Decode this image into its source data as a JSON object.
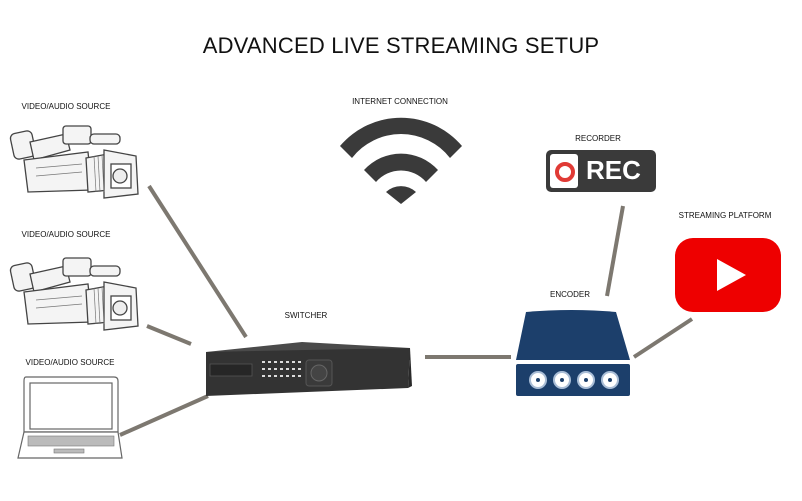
{
  "title": "ADVANCED LIVE STREAMING SETUP",
  "nodes": {
    "camera1": {
      "label": "VIDEO/AUDIO SOURCE",
      "icon": "video-camera-icon"
    },
    "camera2": {
      "label": "VIDEO/AUDIO SOURCE",
      "icon": "video-camera-icon"
    },
    "laptop": {
      "label": "VIDEO/AUDIO SOURCE",
      "icon": "laptop-icon"
    },
    "internet": {
      "label": "INTERNET CONNECTION",
      "icon": "wifi-icon"
    },
    "switcher": {
      "label": "SWITCHER",
      "icon": "switcher-device-icon"
    },
    "encoder": {
      "label": "ENCODER",
      "icon": "encoder-device-icon"
    },
    "recorder": {
      "label": "RECORDER",
      "icon": "rec-icon",
      "badge_text": "REC"
    },
    "platform": {
      "label": "STREAMING PLATFORM",
      "icon": "youtube-play-icon"
    }
  },
  "connections": [
    {
      "from": "camera1",
      "to": "switcher"
    },
    {
      "from": "camera2",
      "to": "switcher"
    },
    {
      "from": "laptop",
      "to": "switcher"
    },
    {
      "from": "switcher",
      "to": "encoder"
    },
    {
      "from": "encoder",
      "to": "recorder"
    },
    {
      "from": "encoder",
      "to": "platform"
    }
  ],
  "colors": {
    "wire": "#7d7870",
    "encoder": "#1c3f6b",
    "platform": "#ee0000",
    "rec_dot": "#e03a35",
    "dark": "#3a3a3a"
  }
}
